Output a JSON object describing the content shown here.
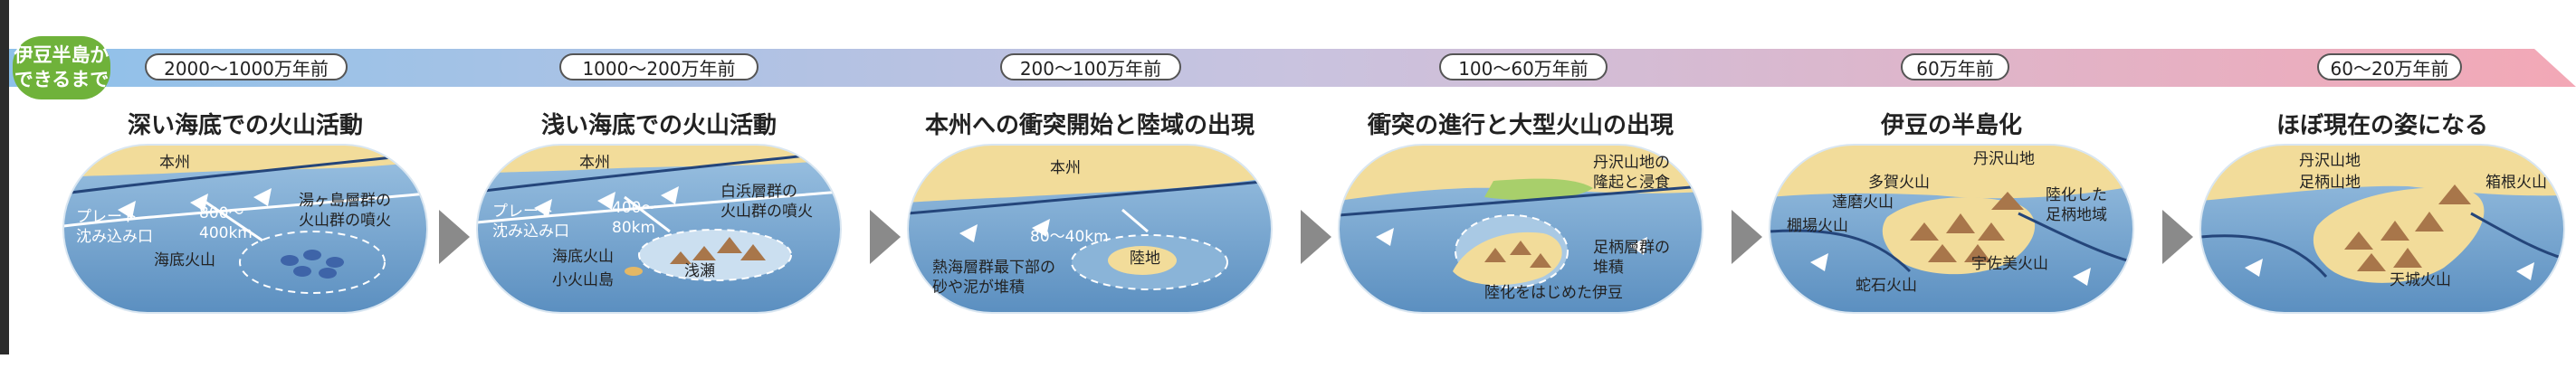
{
  "badge": {
    "line1": "伊豆半島が",
    "line2": "できるまで"
  },
  "periods": [
    "2000～1000万年前",
    "1000～200万年前",
    "200～100万年前",
    "100～60万年前",
    "60万年前",
    "60～20万年前"
  ],
  "stages": [
    {
      "title": "深い海底での火山活動",
      "labels": {
        "honshu": "本州",
        "plate1": "プレート",
        "plate2": "沈み込み口",
        "dist1": "800～",
        "dist2": "400km",
        "yugashima1": "湯ヶ島層群の",
        "yugashima2": "火山群の噴火",
        "seamount": "海底火山"
      }
    },
    {
      "title": "浅い海底での火山活動",
      "labels": {
        "honshu": "本州",
        "plate1": "プレート",
        "plate2": "沈み込み口",
        "dist1": "400～",
        "dist2": "80km",
        "shirahama1": "白浜層群の",
        "shirahama2": "火山群の噴火",
        "seamount": "海底火山",
        "shoal": "浅瀬",
        "island": "小火山島"
      }
    },
    {
      "title": "本州への衝突開始と陸域の出現",
      "labels": {
        "honshu": "本州",
        "dist": "80～40km",
        "land": "陸地",
        "atami1": "熱海層群最下部の",
        "atami2": "砂や泥が堆積"
      }
    },
    {
      "title": "衝突の進行と大型火山の出現",
      "labels": {
        "tanzawa1": "丹沢山地の",
        "tanzawa2": "隆起と浸食",
        "ashigara1": "足柄層群の",
        "ashigara2": "堆積",
        "landing": "陸化をはじめた伊豆"
      }
    },
    {
      "title": "伊豆の半島化",
      "labels": {
        "tanzawa": "丹沢山地",
        "taga": "多賀火山",
        "daruma": "達磨火山",
        "tanaba": "棚場火山",
        "rikka1": "陸化した",
        "rikka2": "足柄地域",
        "usami": "宇佐美火山",
        "jaishi": "蛇石火山"
      }
    },
    {
      "title": "ほぼ現在の姿になる",
      "labels": {
        "tanzawa": "丹沢山地",
        "ashigara": "足柄山地",
        "hakone": "箱根火山",
        "amagi": "天城火山"
      }
    }
  ],
  "colors": {
    "sea": "#6f9fca",
    "sea_light": "#a9c9e4",
    "land": "#f2dc9a",
    "badge": "#6fb23a",
    "arrow": "#8a8a8a",
    "band_start": "#8ec1ea",
    "band_end": "#f3a8b6",
    "green": "#a8cf6b",
    "volcano": "#a8764a"
  }
}
